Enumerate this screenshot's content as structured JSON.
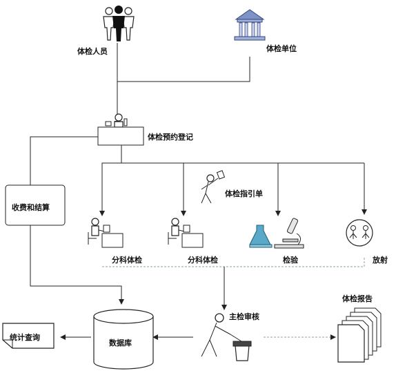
{
  "nodes": {
    "exam_person": "体检人员",
    "exam_unit": "体检单位",
    "registration": "体检预约登记",
    "fee_settlement": "收费和结算",
    "guide_sheet": "体检指引单",
    "dept_exam_1": "分科体检",
    "dept_exam_2": "分科体检",
    "lab_test": "检验",
    "radiology": "放射",
    "chief_review": "主检审核",
    "exam_report": "体检报告",
    "database": "数据库",
    "stats_query": "统计查询"
  },
  "colors": {
    "line": "#222222",
    "box_fill": "#ffffff",
    "lab_flask": "#5aa9c8"
  }
}
